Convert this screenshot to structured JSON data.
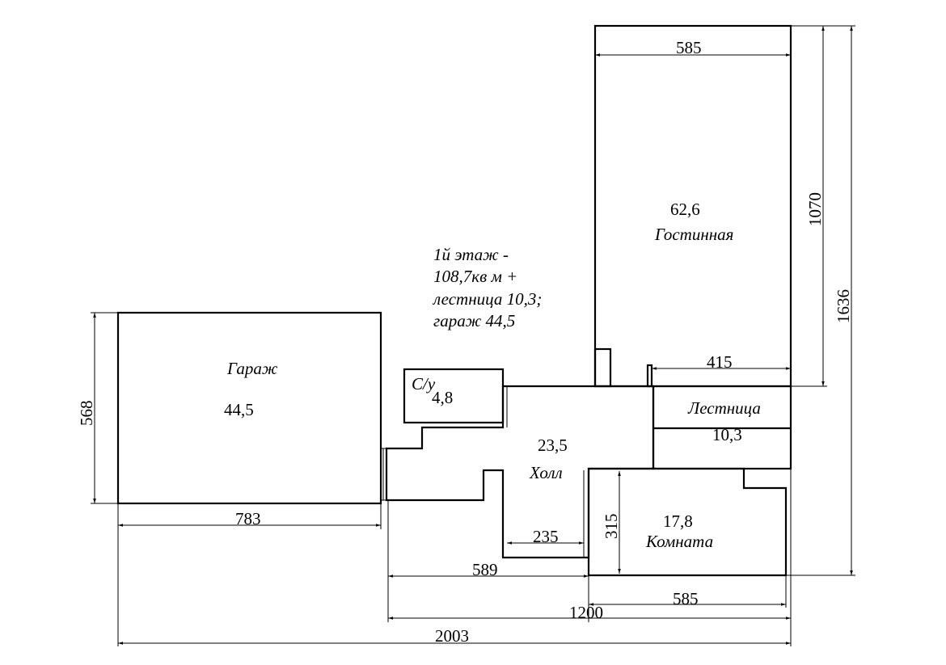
{
  "note": [
    "1й этаж -",
    "108,7кв м +",
    "лестница 10,3;",
    "гараж 44,5"
  ],
  "rooms": {
    "garage": {
      "name": "Гараж",
      "area": "44,5"
    },
    "bathroom": {
      "name": "С/у",
      "area": "4,8"
    },
    "hall": {
      "name": "Холл",
      "area": "23,5"
    },
    "living": {
      "name": "Гостинная",
      "area": "62,6"
    },
    "stairs": {
      "name": "Лестница",
      "area": "10,3"
    },
    "room": {
      "name": "Комната",
      "area": "17,8"
    }
  },
  "dimensions": {
    "living_width": "585",
    "living_depth": "1070",
    "total_depth": "1636",
    "stairs_width": "415",
    "garage_depth": "568",
    "garage_width": "783",
    "hall_passage": "235",
    "room_depth": "315",
    "hall_width": "589",
    "room_width": "585",
    "house_width": "1200",
    "total_width": "2003"
  }
}
